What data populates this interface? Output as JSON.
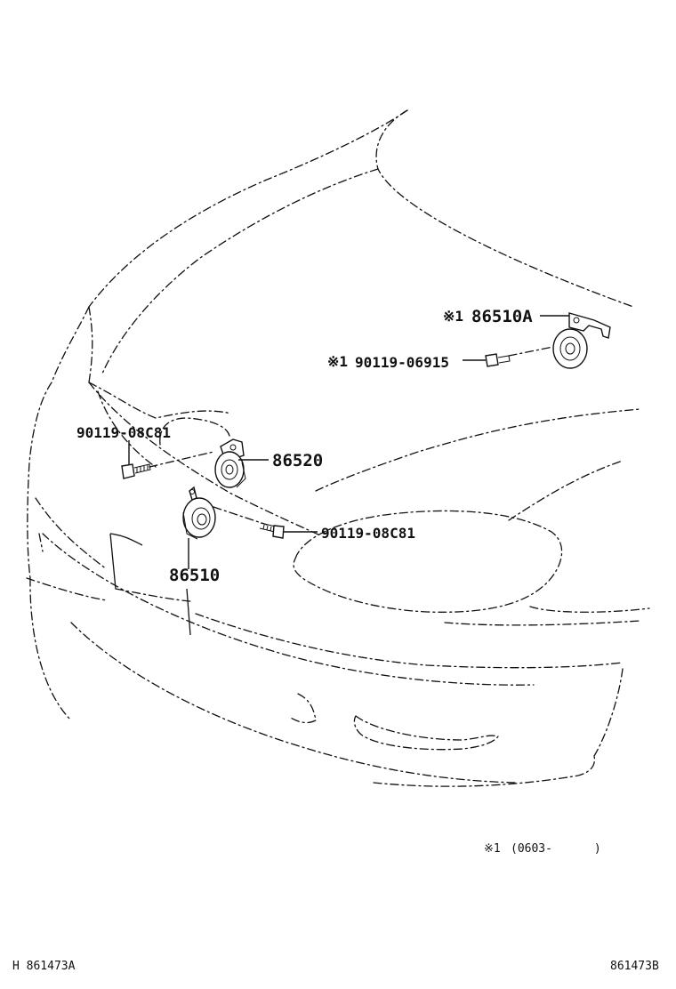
{
  "parts": {
    "horn_high_alt": "86510A",
    "horn_high_alt_marker": "※1",
    "bolt_alt": "90119-06915",
    "bolt_alt_marker": "※1",
    "bolt_upper": "90119-08C81",
    "horn_low": "86520",
    "bolt_lower": "90119-08C81",
    "horn_high": "86510"
  },
  "footnote": {
    "marker": "※1",
    "text": "(0603-      )"
  },
  "codes": {
    "left": "H 861473A",
    "right": "861473B"
  }
}
